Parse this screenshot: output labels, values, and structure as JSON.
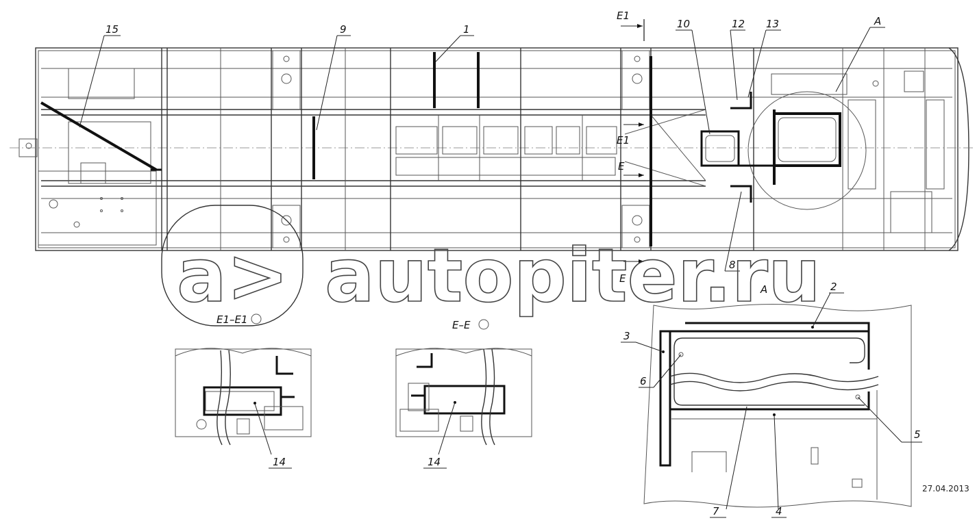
{
  "callouts": {
    "c1": "1",
    "c2": "2",
    "c3": "3",
    "c4": "4",
    "c5": "5",
    "c6": "6",
    "c7": "7",
    "c8": "8",
    "c9": "9",
    "c10": "10",
    "c12": "12",
    "c13": "13",
    "c14a": "14",
    "c14b": "14",
    "c15": "15",
    "detail_a": "A"
  },
  "section_marks": {
    "e1_top": "E1",
    "e1_mid": "E1",
    "e_mid": "E",
    "e_bottom": "E"
  },
  "views": {
    "section_e1_title": "E1–E1",
    "section_e_title": "E–E",
    "detail_a_title": "A"
  },
  "watermark": {
    "text": "autopiter.ru",
    "logo_glyph": "a>"
  },
  "date": "27.04.2013",
  "colors": {
    "line": "#111111",
    "thin_line": "#555555",
    "background": "#ffffff"
  }
}
